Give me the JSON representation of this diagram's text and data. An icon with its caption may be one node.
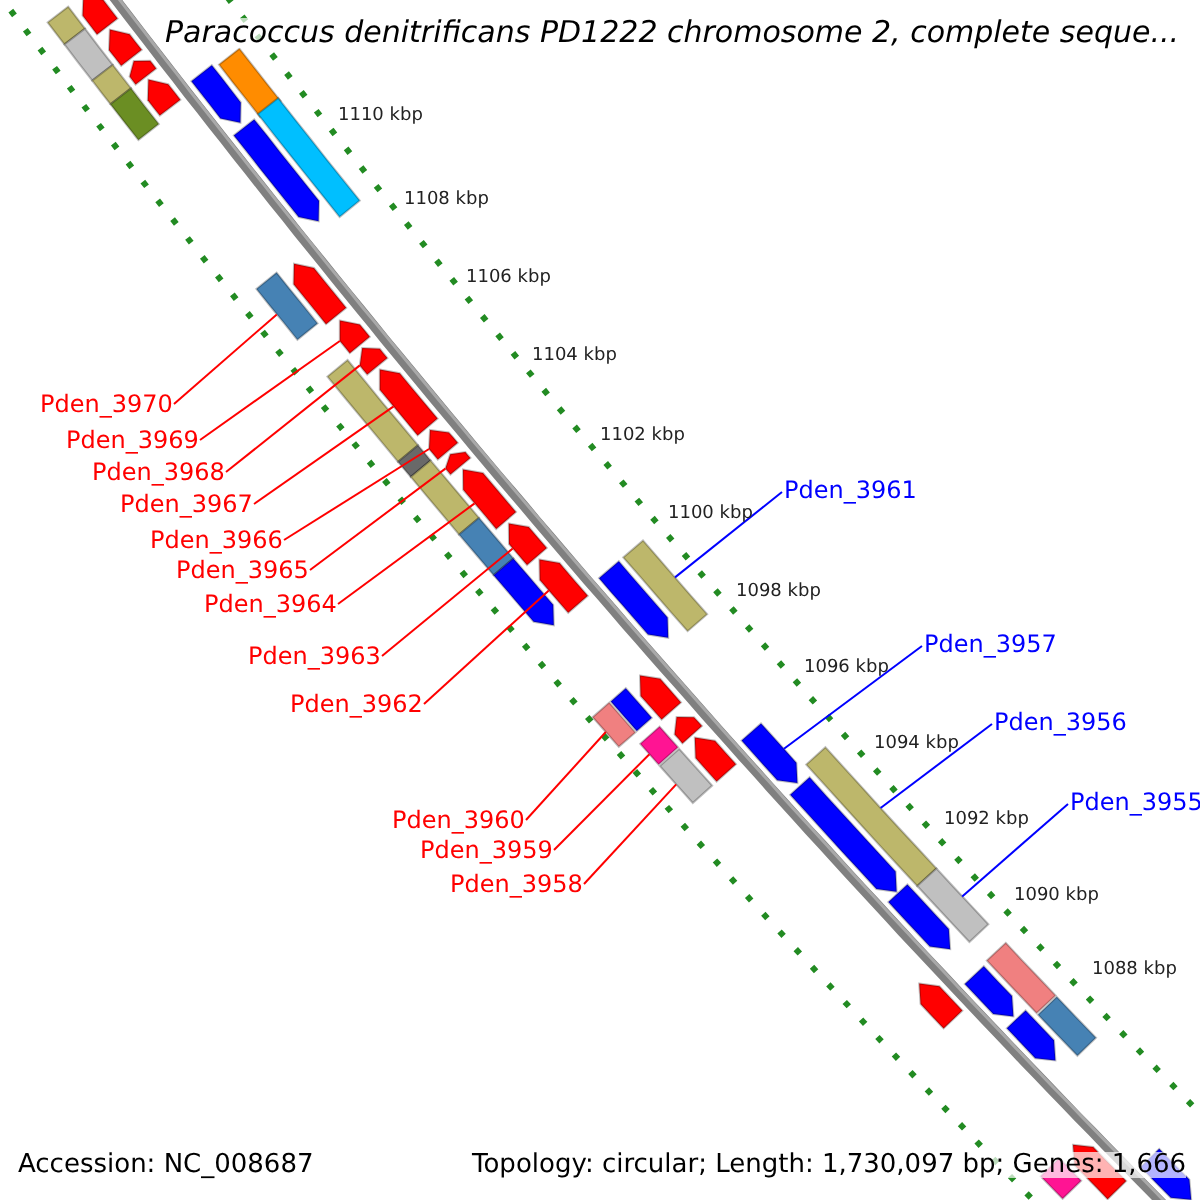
{
  "diagram": {
    "title": "Paracoccus denitrificans PD1222 chromosome 2, complete seque...",
    "nodes": [
      {
        "text": [
          "Pden_3970"
        ]
      },
      {
        "text": [
          "Pden_3969"
        ]
      },
      {
        "text": [
          "Pden_3968"
        ]
      },
      {
        "text": [
          "Pden_3967"
        ]
      },
      {
        "text": [
          "Pden_3966"
        ]
      },
      {
        "text": [
          "Pden_3965"
        ]
      },
      {
        "text": [
          "Pden_3964"
        ]
      },
      {
        "text": [
          "Pden_3963"
        ]
      },
      {
        "text": [
          "Pden_3962"
        ]
      },
      {
        "text": [
          "Pden_3960"
        ]
      },
      {
        "text": [
          "Pden_3959"
        ]
      },
      {
        "text": [
          "Pden_3958"
        ]
      },
      {
        "text": [
          "Pden_3961"
        ]
      },
      {
        "text": [
          "Pden_3957"
        ]
      },
      {
        "text": [
          "Pden_3956"
        ]
      },
      {
        "text": [
          "Pden_3955"
        ]
      },
      {
        "text": [],
        "shape": "bar"
      },
      {
        "text": [],
        "shape": "arrow"
      },
      {
        "text": [],
        "shape": "arrow"
      },
      {
        "text": [],
        "shape": "arrow"
      },
      {
        "text": [],
        "shape": "arrow"
      },
      {
        "text": [],
        "shape": "arrow"
      },
      {
        "text": [],
        "shape": "arrow"
      },
      {
        "text": [],
        "shape": "arrow"
      },
      {
        "text": [],
        "shape": "arrow"
      },
      {
        "text": [],
        "shape": "bar"
      },
      {
        "text": [],
        "shape": "bar"
      },
      {
        "text": [],
        "shape": "bar"
      },
      {
        "text": [],
        "shape": "bar"
      },
      {
        "text": [],
        "shape": "arrow"
      },
      {
        "text": [],
        "shape": "bar"
      },
      {
        "text": [],
        "shape": "bar"
      },
      {
        "text": [],
        "shape": "bar"
      },
      {
        "text": [],
        "shape": "bar"
      },
      {
        "text": [],
        "shape": "bar"
      },
      {
        "text": [],
        "shape": "bar"
      },
      {
        "text": [],
        "shape": "arrow"
      },
      {
        "text": [],
        "shape": "arrow"
      },
      {
        "text": [],
        "shape": "arrow"
      },
      {
        "text": [],
        "shape": "arrow"
      },
      {
        "text": [],
        "shape": "arrow"
      },
      {
        "text": [],
        "shape": "bar"
      },
      {
        "text": [],
        "shape": "arrow"
      },
      {
        "text": [],
        "shape": "bar"
      },
      {
        "text": [],
        "shape": "arrow"
      },
      {
        "text": [],
        "shape": "bar"
      },
      {
        "text": [],
        "shape": "bar"
      },
      {
        "text": [],
        "shape": "bar"
      },
      {
        "text": [],
        "shape": "bar"
      },
      {
        "text": [],
        "shape": "arrow"
      },
      {
        "text": [],
        "shape": "arrow"
      },
      {
        "text": [],
        "shape": "bar"
      },
      {
        "text": [],
        "shape": "arrow"
      },
      {
        "text": [],
        "shape": "arrow"
      },
      {
        "text": [],
        "shape": "arrow"
      },
      {
        "text": [],
        "shape": "arrow"
      },
      {
        "text": [],
        "shape": "arrow"
      },
      {
        "text": [],
        "shape": "arrow"
      },
      {
        "text": [],
        "shape": "bar"
      },
      {
        "text": [],
        "shape": "bar"
      },
      {
        "text": [],
        "shape": "arrow"
      },
      {
        "text": [],
        "shape": "arrow"
      },
      {
        "text": [],
        "shape": "bar"
      },
      {
        "text": [],
        "shape": "arrow"
      },
      {
        "text": [],
        "shape": "arrow"
      }
    ],
    "edges": [
      {
        "from": 0,
        "to": 16,
        "arrow": "none"
      },
      {
        "from": 1,
        "to": 17,
        "arrow": "none"
      },
      {
        "from": 2,
        "to": 18,
        "arrow": "none"
      },
      {
        "from": 3,
        "to": 19,
        "arrow": "none"
      },
      {
        "from": 4,
        "to": 20,
        "arrow": "none"
      },
      {
        "from": 5,
        "to": 21,
        "arrow": "none"
      },
      {
        "from": 6,
        "to": 22,
        "arrow": "none"
      },
      {
        "from": 7,
        "to": 23,
        "arrow": "none"
      },
      {
        "from": 8,
        "to": 24,
        "arrow": "none"
      },
      {
        "from": 9,
        "to": 25,
        "arrow": "none"
      },
      {
        "from": 10,
        "to": 26,
        "arrow": "none"
      },
      {
        "from": 11,
        "to": 27,
        "arrow": "none"
      },
      {
        "from": 12,
        "to": 28,
        "arrow": "none",
        "color": "#0000ff"
      },
      {
        "from": 13,
        "to": 29,
        "arrow": "none",
        "color": "#0000ff"
      },
      {
        "from": 14,
        "to": 30,
        "arrow": "none",
        "color": "#0000ff"
      },
      {
        "from": 15,
        "to": 31,
        "arrow": "none",
        "color": "#0000ff"
      }
    ],
    "labels": [
      "1110 kbp",
      "1108 kbp",
      "1106 kbp",
      "1104 kbp",
      "1102 kbp",
      "1100 kbp",
      "1098 kbp",
      "1096 kbp",
      "1094 kbp",
      "1092 kbp",
      "1090 kbp",
      "1088 kbp",
      "Accession: NC_008687",
      "Topology: circular; Length: 1,730,097 bp; Genes: 1,666"
    ]
  }
}
